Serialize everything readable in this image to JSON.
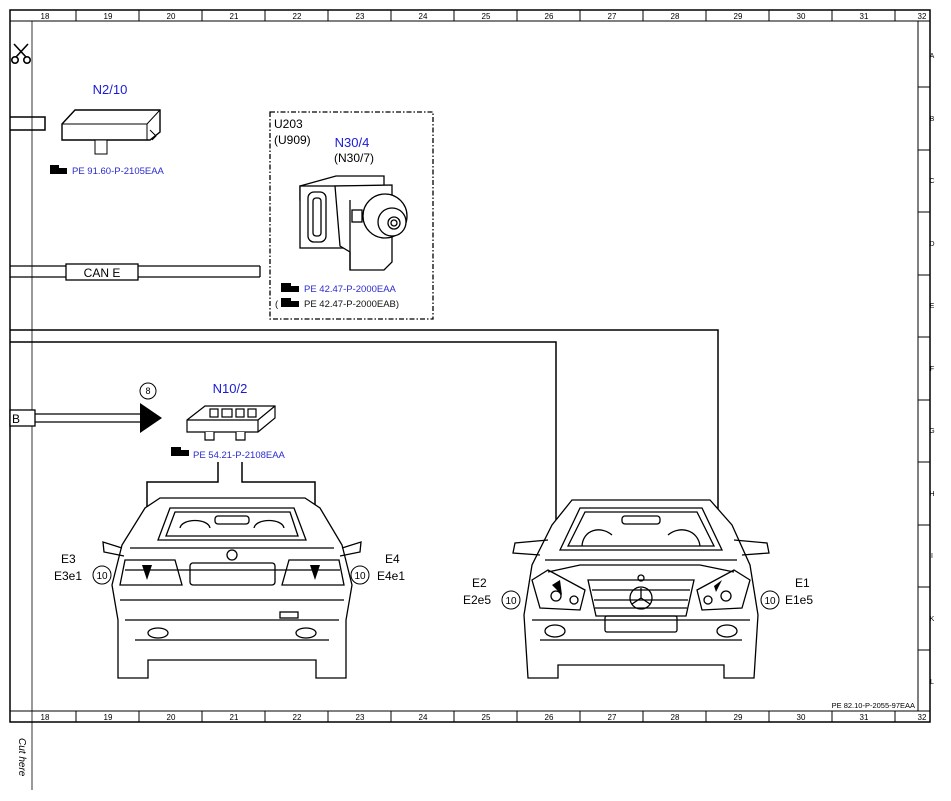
{
  "ruler": {
    "columns": [
      "18",
      "19",
      "20",
      "21",
      "22",
      "23",
      "24",
      "25",
      "26",
      "27",
      "28",
      "29",
      "30",
      "31",
      "32"
    ],
    "rows": [
      "A",
      "B",
      "C",
      "D",
      "E",
      "F",
      "G",
      "H",
      "I",
      "K",
      "L"
    ]
  },
  "components": {
    "n2_10": {
      "code": "N2/10",
      "ref": "PE 91.60-P-2105EAA"
    },
    "u203": {
      "code": "U203",
      "alt": "(U909)"
    },
    "n30_4": {
      "code": "N30/4",
      "alt": "(N30/7)",
      "ref1": "PE 42.47-P-2000EAA",
      "ref2_prefix": "(",
      "ref2": "PE 42.47-P-2000EAB)"
    },
    "can": {
      "label": "CAN E"
    },
    "n10_2": {
      "code": "N10/2",
      "ref": "PE 54.21-P-2108EAA"
    },
    "connector_b": {
      "label": "B"
    },
    "marker_8": {
      "label": "8"
    }
  },
  "lamps": {
    "e3": {
      "name": "E3",
      "sub": "E3e1",
      "circle": "10"
    },
    "e4": {
      "name": "E4",
      "sub": "E4e1",
      "circle": "10"
    },
    "e2": {
      "name": "E2",
      "sub": "E2e5",
      "circle": "10"
    },
    "e1": {
      "name": "E1",
      "sub": "E1e5",
      "circle": "10"
    }
  },
  "footer": {
    "doc_ref": "PE 82.10-P-2055-97EAA",
    "cut_here": "Cut here"
  },
  "colors": {
    "code_blue": "#1a1ad6",
    "ref_blue": "#2b2bd0",
    "line": "#000000"
  }
}
